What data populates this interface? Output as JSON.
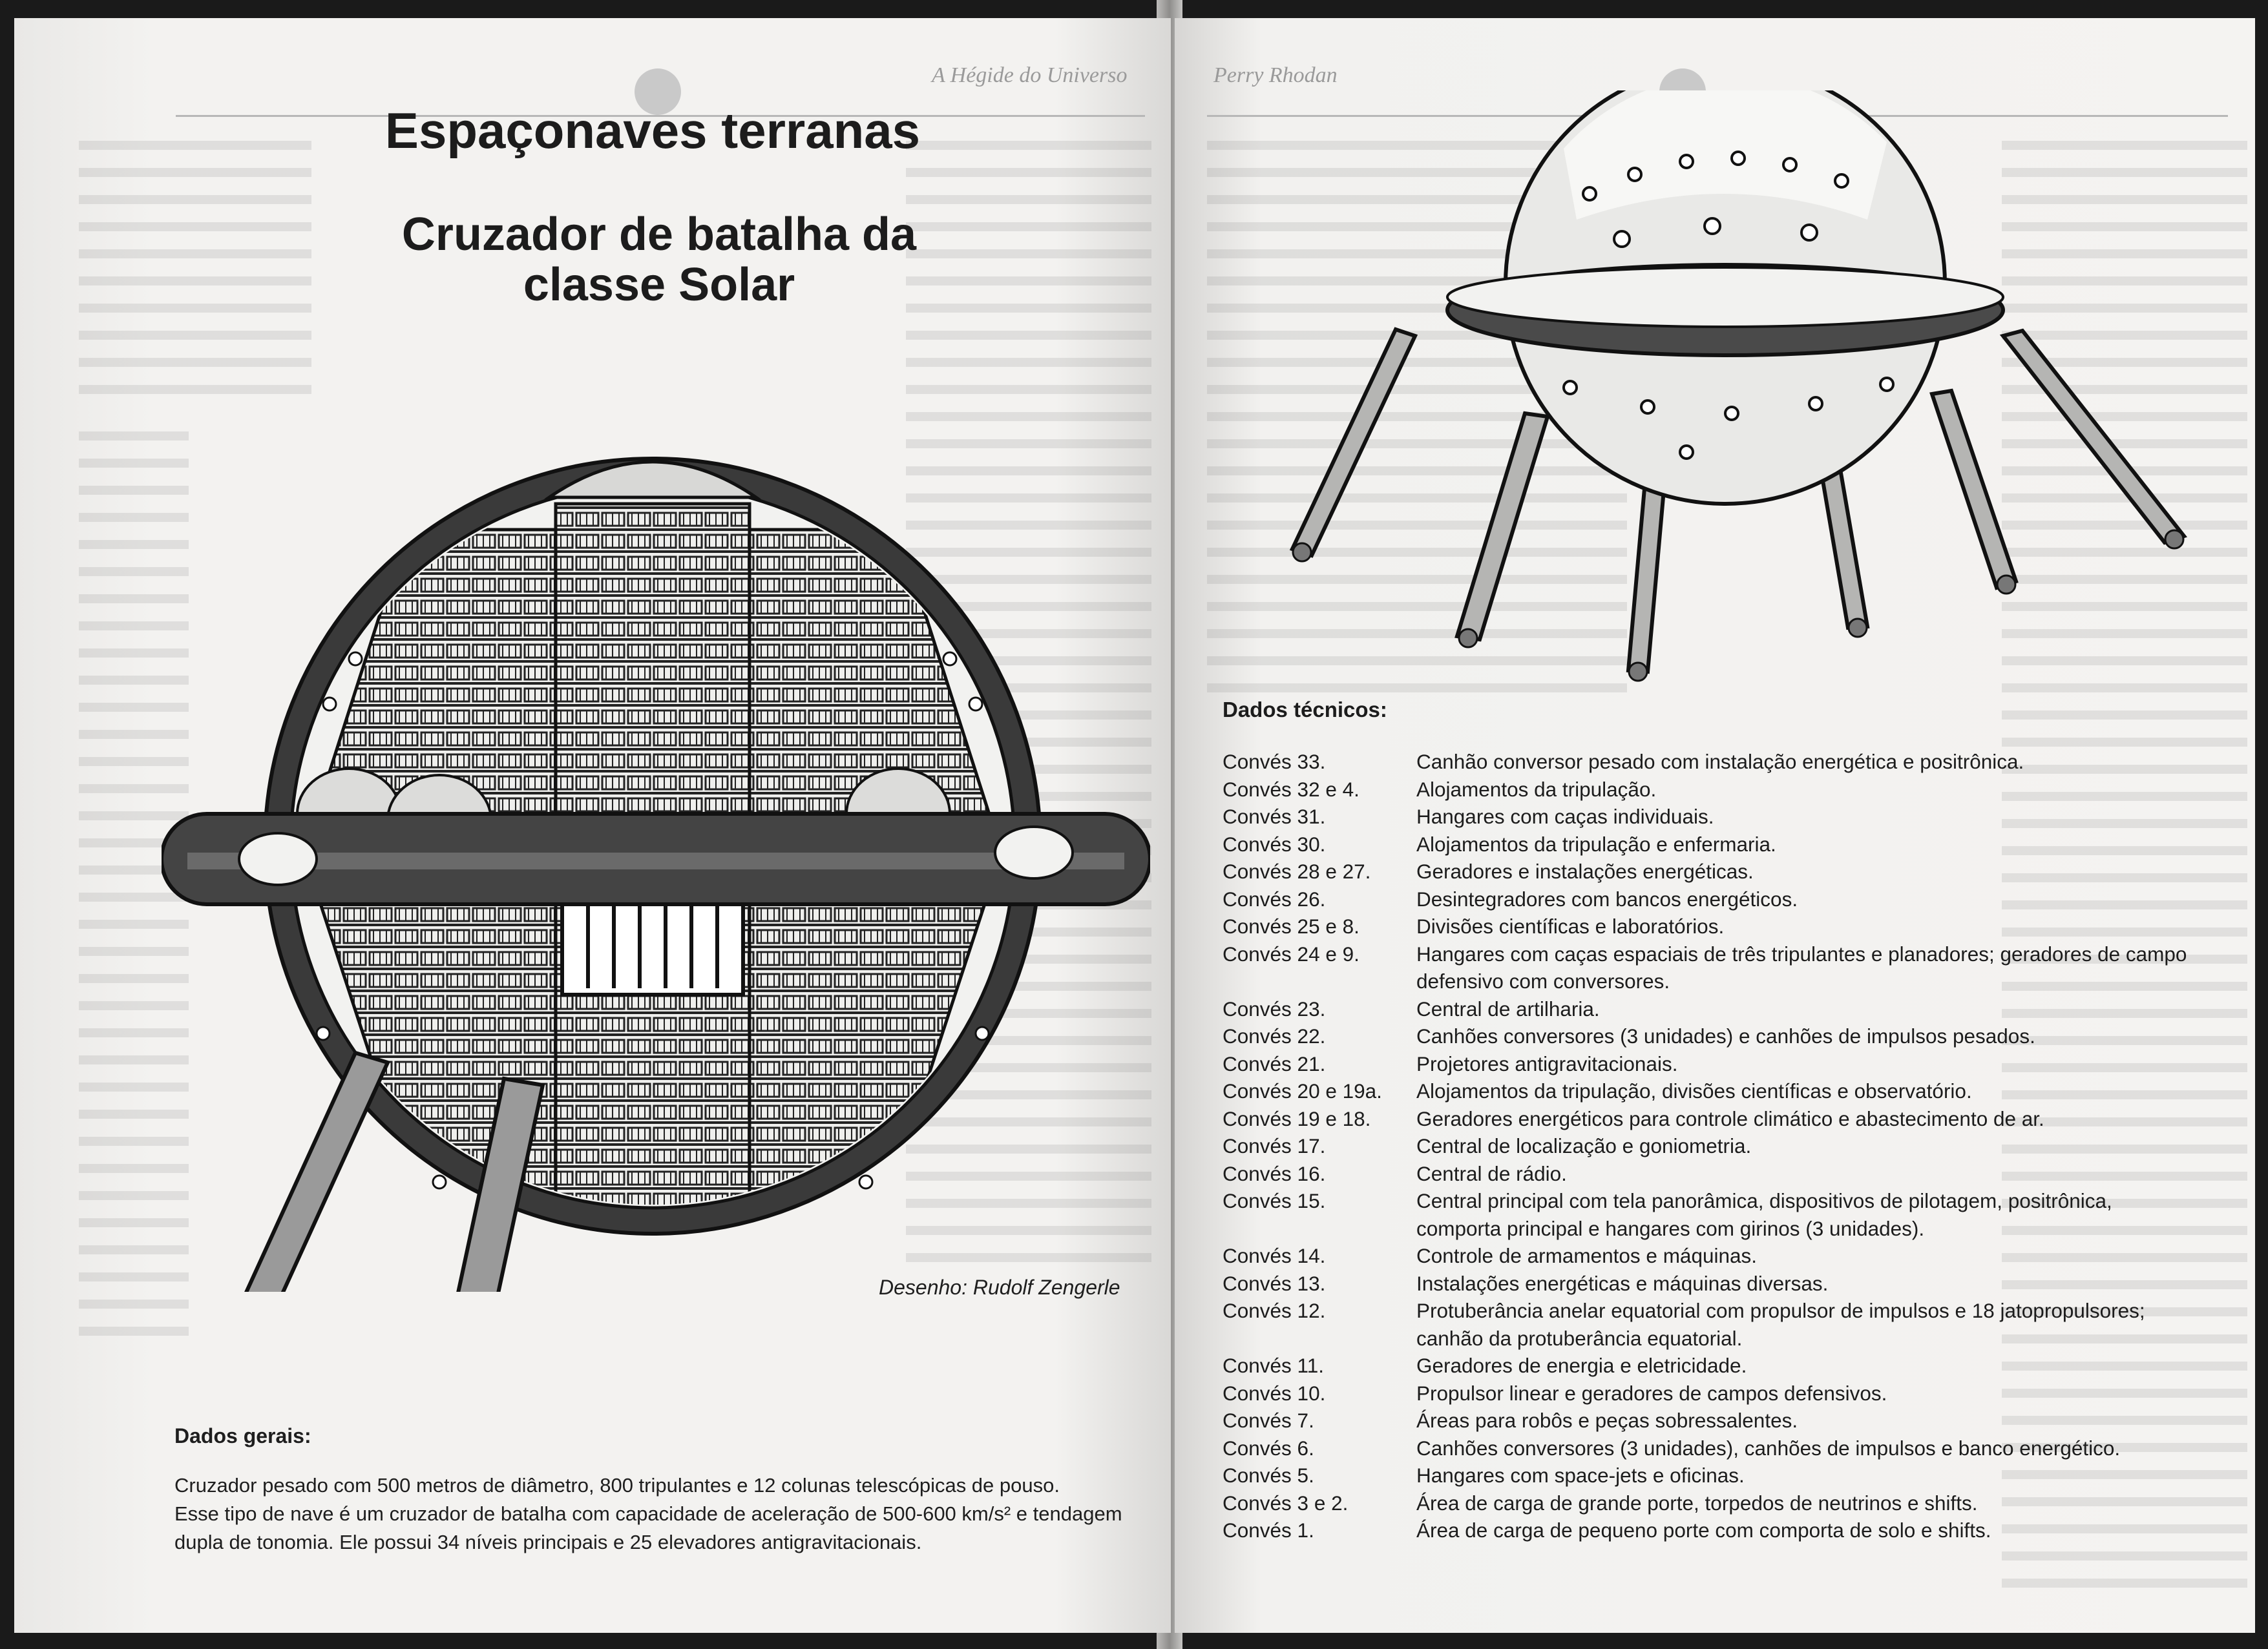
{
  "left_page": {
    "running_head": "A Hégide do Universo",
    "title": "Espaçonaves terranas",
    "subtitle": "Cruzador de batalha da classe Solar",
    "illustration_credit": "Desenho: Rudolf Zengerle",
    "general_data": {
      "heading": "Dados gerais:",
      "lines": [
        "Cruzador pesado com 500 metros de diâmetro, 800 tripulantes e 12 colunas telescópicas de pouso.",
        "Esse tipo de nave é um cruzador de batalha com capacidade de aceleração de 500-600 km/s² e tendagem dupla de tonomia. Ele possui 34 níveis principais e 25 elevadores antigravitacionais."
      ]
    }
  },
  "right_page": {
    "running_head": "Perry Rhodan",
    "technical_data": {
      "heading": "Dados técnicos:",
      "decks": [
        {
          "deck": "Convés 33.",
          "desc": "Canhão conversor pesado com instalação energética e positrônica."
        },
        {
          "deck": "Convés 32 e 4.",
          "desc": "Alojamentos da tripulação."
        },
        {
          "deck": "Convés 31.",
          "desc": "Hangares com caças individuais."
        },
        {
          "deck": "Convés 30.",
          "desc": "Alojamentos da tripulação e enfermaria."
        },
        {
          "deck": "Convés 28 e 27.",
          "desc": "Geradores e instalações energéticas."
        },
        {
          "deck": "Convés 26.",
          "desc": "Desintegradores com bancos energéticos."
        },
        {
          "deck": "Convés 25 e 8.",
          "desc": "Divisões científicas e laboratórios."
        },
        {
          "deck": "Convés 24 e 9.",
          "desc": "Hangares com caças espaciais de três tripulantes e planadores; geradores de campo defensivo com conversores."
        },
        {
          "deck": "Convés 23.",
          "desc": "Central de artilharia."
        },
        {
          "deck": "Convés 22.",
          "desc": "Canhões conversores (3 unidades) e canhões de impulsos pesados."
        },
        {
          "deck": "Convés 21.",
          "desc": "Projetores antigravitacionais."
        },
        {
          "deck": "Convés 20 e 19a.",
          "desc": "Alojamentos da tripulação, divisões científicas e observatório."
        },
        {
          "deck": "Convés 19 e 18.",
          "desc": "Geradores energéticos para controle climático e abastecimento de ar."
        },
        {
          "deck": "Convés 17.",
          "desc": "Central de localização e goniometria."
        },
        {
          "deck": "Convés 16.",
          "desc": "Central de rádio."
        },
        {
          "deck": "Convés 15.",
          "desc": "Central principal com tela panorâmica, dispositivos de pilotagem, positrônica, comporta principal e hangares com girinos (3 unidades)."
        },
        {
          "deck": "Convés 14.",
          "desc": "Controle de armamentos e máquinas."
        },
        {
          "deck": "Convés 13.",
          "desc": "Instalações energéticas e máquinas diversas."
        },
        {
          "deck": "Convés 12.",
          "desc": "Protuberância anelar equatorial com propulsor de impulsos e 18 jatopropulsores; canhão da protuberância equatorial."
        },
        {
          "deck": "Convés 11.",
          "desc": "Geradores de energia e eletricidade."
        },
        {
          "deck": "Convés 10.",
          "desc": "Propulsor linear e geradores de campos defensivos."
        },
        {
          "deck": "Convés 7.",
          "desc": "Áreas para robôs e peças sobressalentes."
        },
        {
          "deck": "Convés 6.",
          "desc": "Canhões conversores (3 unidades), canhões de impulsos e banco energético."
        },
        {
          "deck": "Convés 5.",
          "desc": "Hangares com space-jets e oficinas."
        },
        {
          "deck": "Convés 3 e 2.",
          "desc": "Área de carga de grande porte, torpedos de neutrinos e shifts."
        },
        {
          "deck": "Convés 1.",
          "desc": "Área de carga de pequeno porte com comporta de solo e shifts."
        }
      ]
    }
  }
}
